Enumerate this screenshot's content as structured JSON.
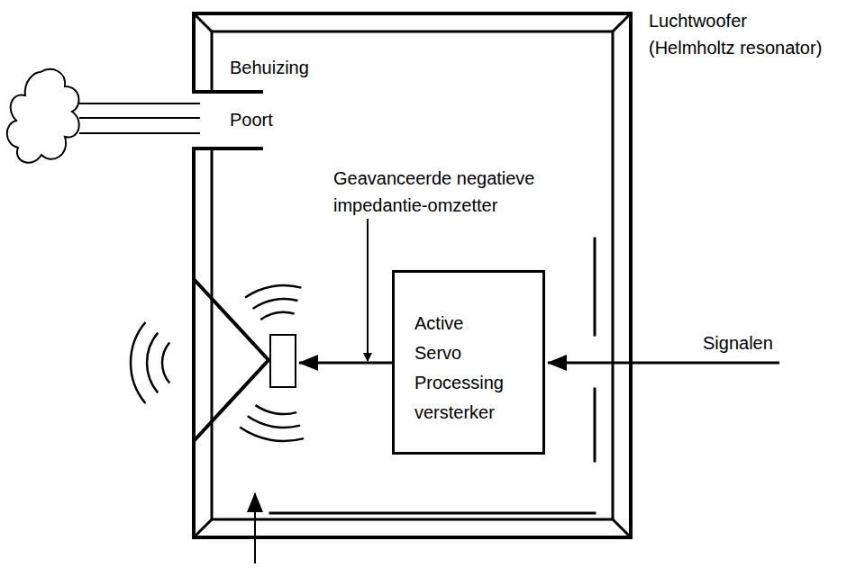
{
  "diagram": {
    "nodes": [
      {
        "text": [
          "Behuizing"
        ]
      },
      {
        "text": [
          "Active Servo Processing versterker"
        ],
        "in": 0
      }
    ],
    "labels": [
      "Luchtwoofer (Helmholtz resonator)",
      "Poort",
      "Geavanceerde negatieve impedantie-omzetter",
      "Signalen"
    ]
  }
}
